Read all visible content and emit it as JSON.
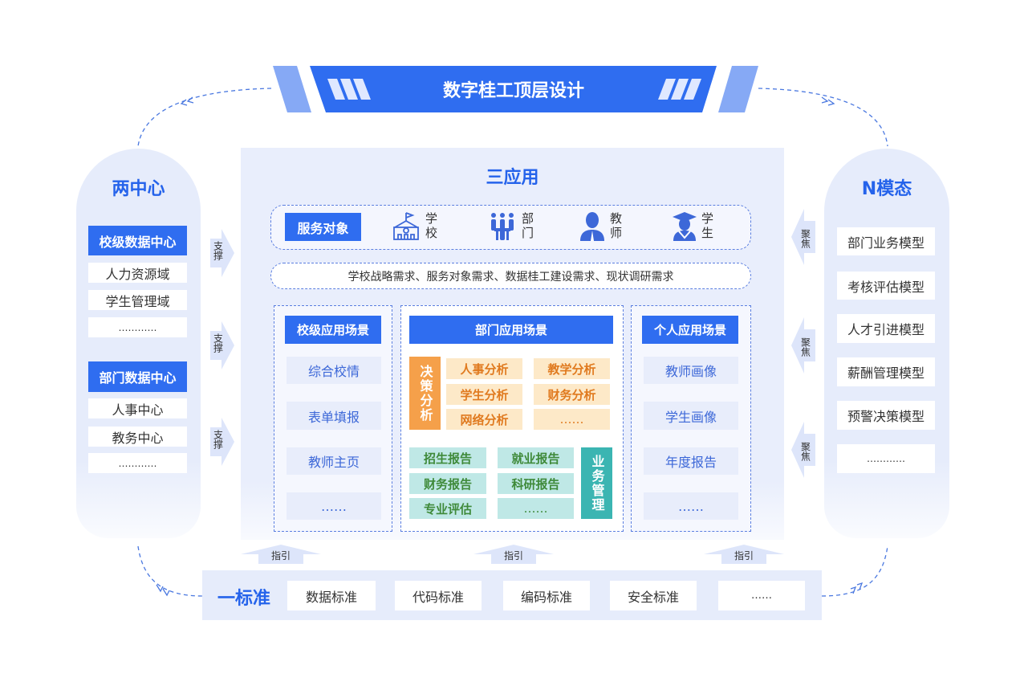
{
  "banner": {
    "title": "数字桂工顶层设计"
  },
  "left": {
    "title": "两中心",
    "groups": [
      {
        "header": "校级数据中心",
        "items": [
          "人力资源域",
          "学生管理域",
          "…………"
        ]
      },
      {
        "header": "部门数据中心",
        "items": [
          "人事中心",
          "教务中心",
          "…………"
        ]
      }
    ],
    "arrow_label": "支撑"
  },
  "right": {
    "title": "N模态",
    "items": [
      "部门业务模型",
      "考核评估模型",
      "人才引进模型",
      "薪酬管理模型",
      "预警决策模型",
      "…………"
    ],
    "arrow_label": "聚焦"
  },
  "center": {
    "title": "三应用",
    "service": {
      "label": "服务对象",
      "targets": [
        {
          "icon": "school-icon",
          "label": "学校"
        },
        {
          "icon": "department-icon",
          "label": "部门"
        },
        {
          "icon": "teacher-icon",
          "label": "教师"
        },
        {
          "icon": "student-icon",
          "label": "学生"
        }
      ]
    },
    "needs": "学校战略需求、服务对象需求、数据桂工建设需求、现状调研需求",
    "school": {
      "header": "校级应用场景",
      "items": [
        "综合校情",
        "表单填报",
        "教师主页",
        "……"
      ]
    },
    "dept": {
      "header": "部门应用场景",
      "decision": {
        "label": "决策分析",
        "items": [
          "人事分析",
          "教学分析",
          "学生分析",
          "财务分析",
          "网络分析",
          "……"
        ]
      },
      "business": {
        "label": "业务管理",
        "items": [
          "招生报告",
          "就业报告",
          "财务报告",
          "科研报告",
          "专业评估",
          "……"
        ]
      }
    },
    "personal": {
      "header": "个人应用场景",
      "items": [
        "教师画像",
        "学生画像",
        "年度报告",
        "……"
      ]
    }
  },
  "guide_label": "指引",
  "bottom": {
    "title": "一标准",
    "items": [
      "数据标准",
      "代码标准",
      "编码标准",
      "安全标准",
      "……"
    ]
  },
  "colors": {
    "primary": "#2f6df0",
    "panel": "#e6ecfb",
    "orange": "#f5a04a",
    "teal": "#3bb5b2"
  }
}
